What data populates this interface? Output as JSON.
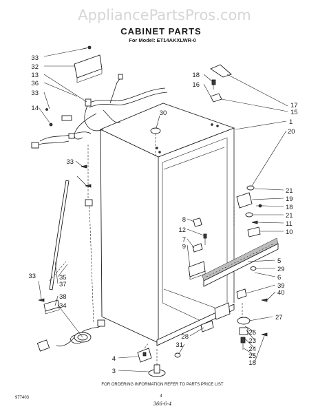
{
  "watermark": "AppliancePartsPros.com",
  "title": "CABINET PARTS",
  "subtitle": "For Model: ET14AKXLWR-0",
  "footer_note": "FOR ORDERING INFORMATION REFER TO PARTS PRICE LIST",
  "doc_number": "977403",
  "page_number": "4",
  "handwritten_code": "366-6-4",
  "callouts": [
    {
      "id": "c33a",
      "label": "33"
    },
    {
      "id": "c32",
      "label": "32"
    },
    {
      "id": "c13",
      "label": "13"
    },
    {
      "id": "c36",
      "label": "36"
    },
    {
      "id": "c33b",
      "label": "33"
    },
    {
      "id": "c14",
      "label": "14"
    },
    {
      "id": "c33c",
      "label": "33"
    },
    {
      "id": "c30",
      "label": "30"
    },
    {
      "id": "c18a",
      "label": "18"
    },
    {
      "id": "c16",
      "label": "16"
    },
    {
      "id": "c17",
      "label": "17"
    },
    {
      "id": "c15",
      "label": "15"
    },
    {
      "id": "c1",
      "label": "1"
    },
    {
      "id": "c20",
      "label": "20"
    },
    {
      "id": "c21a",
      "label": "21"
    },
    {
      "id": "c19",
      "label": "19"
    },
    {
      "id": "c18b",
      "label": "18"
    },
    {
      "id": "c21b",
      "label": "21"
    },
    {
      "id": "c11",
      "label": "11"
    },
    {
      "id": "c10",
      "label": "10"
    },
    {
      "id": "c8",
      "label": "8"
    },
    {
      "id": "c12",
      "label": "12"
    },
    {
      "id": "c7",
      "label": "7"
    },
    {
      "id": "c9",
      "label": "9"
    },
    {
      "id": "c5",
      "label": "5"
    },
    {
      "id": "c29",
      "label": "29"
    },
    {
      "id": "c6",
      "label": "6"
    },
    {
      "id": "c39",
      "label": "39"
    },
    {
      "id": "c40",
      "label": "40"
    },
    {
      "id": "c33d",
      "label": "33"
    },
    {
      "id": "c35",
      "label": "35"
    },
    {
      "id": "c37",
      "label": "37"
    },
    {
      "id": "c38",
      "label": "38"
    },
    {
      "id": "c34",
      "label": "34"
    },
    {
      "id": "c27",
      "label": "27"
    },
    {
      "id": "c26",
      "label": "26"
    },
    {
      "id": "c23",
      "label": "23"
    },
    {
      "id": "c24",
      "label": "24"
    },
    {
      "id": "c25",
      "label": "25"
    },
    {
      "id": "c18c",
      "label": "18"
    },
    {
      "id": "c28",
      "label": "28"
    },
    {
      "id": "c31",
      "label": "31"
    },
    {
      "id": "c4",
      "label": "4"
    },
    {
      "id": "c3",
      "label": "3"
    }
  ]
}
